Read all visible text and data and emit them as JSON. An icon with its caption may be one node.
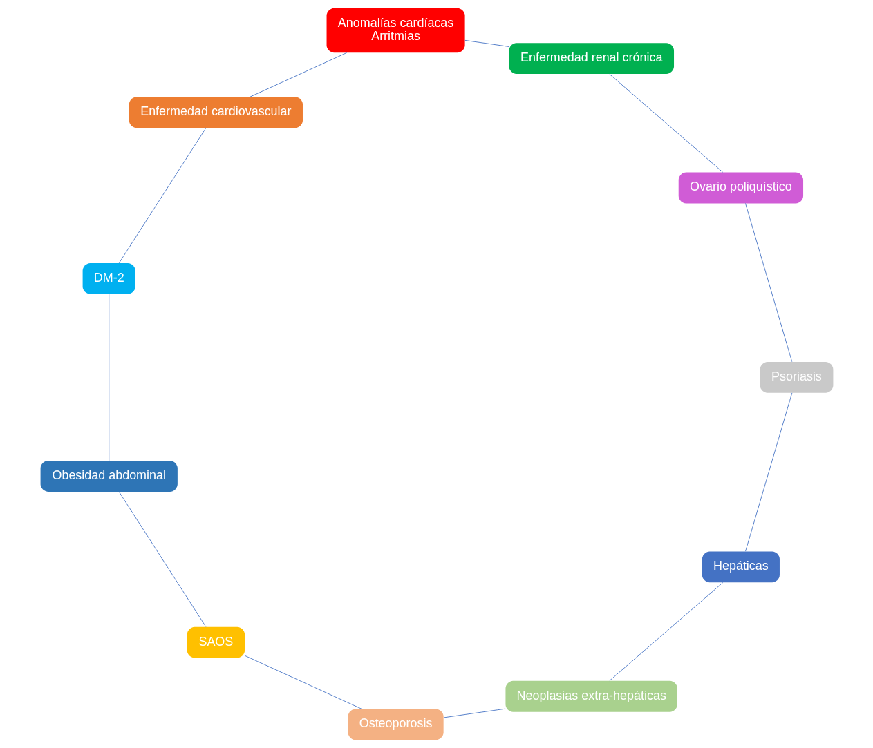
{
  "diagram": {
    "nodes": [
      {
        "text": [
          "Hepáticas"
        ]
      },
      {
        "text": [
          "Neoplasias extra-hepáticas"
        ]
      },
      {
        "text": [
          "Osteoporosis"
        ]
      },
      {
        "text": [
          "SAOS"
        ]
      },
      {
        "text": [
          "Obesidad abdominal"
        ]
      },
      {
        "text": [
          "DM-2"
        ]
      },
      {
        "text": [
          "Enfermedad cardiovascular"
        ]
      },
      {
        "text": [
          "Anomalías cardíacas",
          "Arritmias"
        ]
      },
      {
        "text": [
          "Enfermedad renal crónica"
        ]
      },
      {
        "text": [
          "Ovario poliquístico"
        ]
      },
      {
        "text": [
          "Psoriasis"
        ]
      }
    ],
    "edges": [
      {
        "from": 0,
        "to": 1,
        "arrow": "none"
      },
      {
        "from": 1,
        "to": 2,
        "arrow": "none"
      },
      {
        "from": 2,
        "to": 3,
        "arrow": "none"
      },
      {
        "from": 3,
        "to": 4,
        "arrow": "none"
      },
      {
        "from": 4,
        "to": 5,
        "arrow": "none"
      },
      {
        "from": 5,
        "to": 6,
        "arrow": "none"
      },
      {
        "from": 6,
        "to": 7,
        "arrow": "none"
      },
      {
        "from": 7,
        "to": 8,
        "arrow": "none"
      },
      {
        "from": 8,
        "to": 9,
        "arrow": "none"
      },
      {
        "from": 9,
        "to": 10,
        "arrow": "none"
      },
      {
        "from": 10,
        "to": 0,
        "arrow": "none"
      }
    ]
  }
}
